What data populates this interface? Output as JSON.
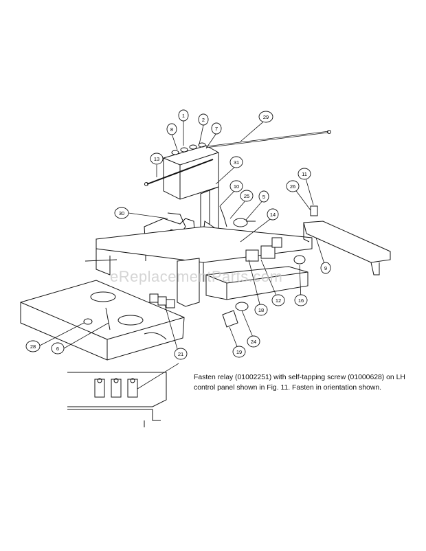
{
  "watermark": "eReplacementParts.com",
  "note": "Fasten relay (01002251) with self-tapping screw (01000628) on LH control panel shown in Fig. 11. Fasten in orientation shown.",
  "callouts": {
    "c1": "1",
    "c2": "2",
    "c7": "7",
    "c8": "8",
    "c29": "29",
    "c13": "13",
    "c31": "31",
    "c10": "10",
    "c25": "25",
    "c5": "5",
    "c14": "14",
    "c30": "30",
    "c11": "11",
    "c26": "26",
    "c9": "9",
    "c12": "12",
    "c16": "16",
    "c18": "18",
    "c24": "24",
    "c19": "19",
    "c28": "28",
    "c6": "6",
    "c21": "21"
  }
}
